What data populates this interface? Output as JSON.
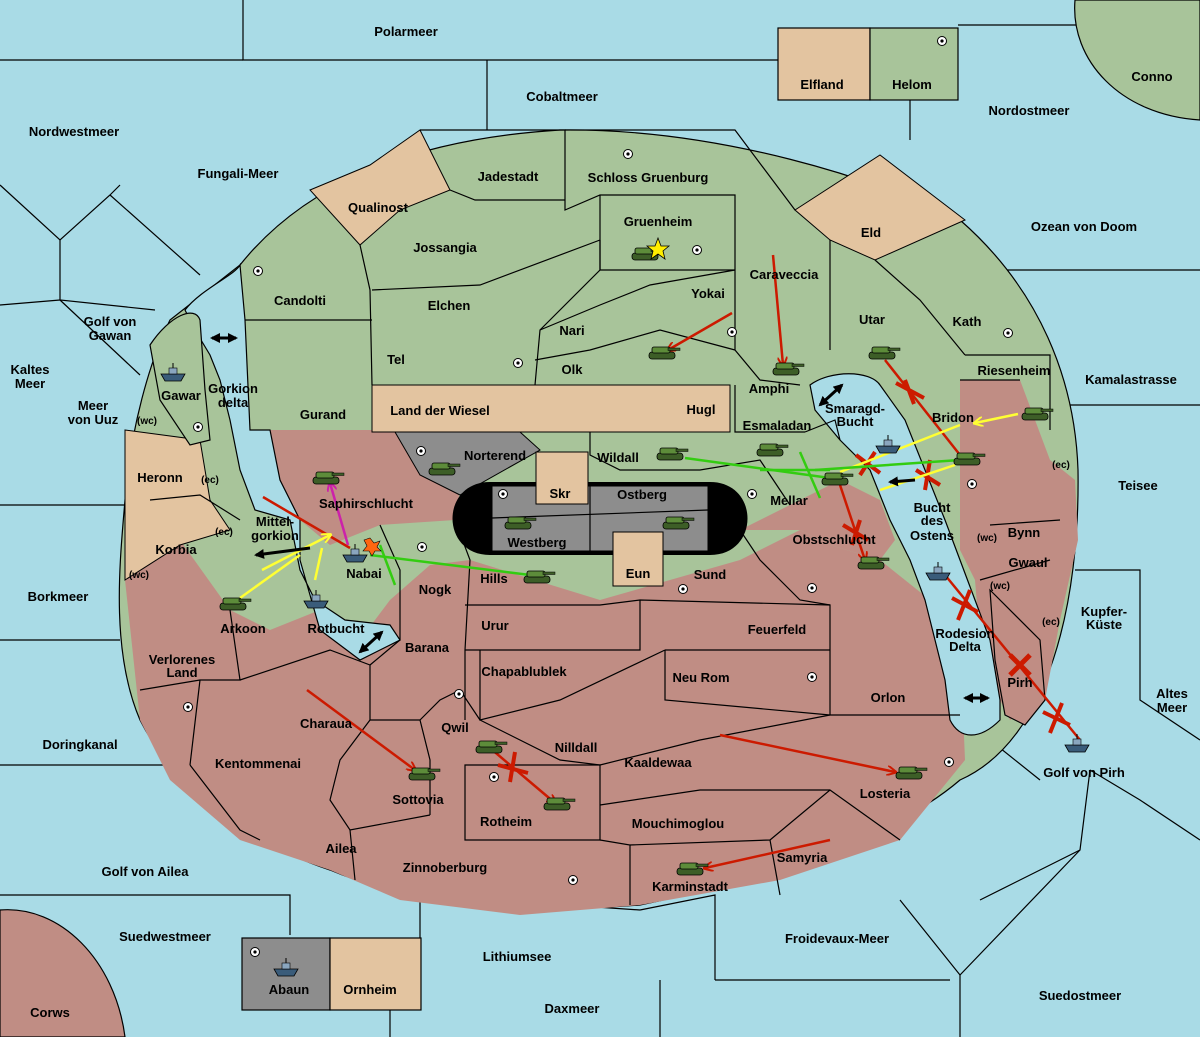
{
  "colors": {
    "water": "#a9dbe6",
    "green": "#a8c49a",
    "red": "#c08d84",
    "tan": "#e3c4a0",
    "gray": "#8d8d8d",
    "black": "#000000",
    "order_red": "#cc1a00",
    "order_yellow": "#ffff33",
    "order_green": "#33cc11",
    "order_magenta": "#cc22aa",
    "unit_body": "#5d8c3a",
    "fleet_body": "#3a5c7a",
    "star": "#ffee00"
  },
  "sea_labels": [
    {
      "text": "Polarmeer",
      "bind": "Polarmeer"
    },
    {
      "text": "Cobaltmeer"
    },
    {
      "text": "Nordwestmeer"
    },
    {
      "text": "Fungali-Meer"
    },
    {
      "text": "Nordostmeer"
    },
    {
      "text": "Conno"
    },
    {
      "text": "Ozean von Doom"
    },
    {
      "text": "Golf von"
    },
    {
      "text": "Gawan"
    },
    {
      "text": "Kaltes"
    },
    {
      "text": "Meer"
    },
    {
      "text": "Meer"
    },
    {
      "text": "von Uuz"
    },
    {
      "text": "Kamalastrasse"
    },
    {
      "text": "Teisee"
    },
    {
      "text": "Borkmeer"
    },
    {
      "text": "Kupfer-"
    },
    {
      "text": "Küste"
    },
    {
      "text": "Altes"
    },
    {
      "text": "Meer"
    },
    {
      "text": "Doringkanal"
    },
    {
      "text": "Golf von Pirh"
    },
    {
      "text": "Golf von Ailea"
    },
    {
      "text": "Suedwestmeer"
    },
    {
      "text": "Froidevaux-Meer"
    },
    {
      "text": "Lithiumsee"
    },
    {
      "text": "Suedostmeer"
    },
    {
      "text": "Daxmeer"
    },
    {
      "text": "Corws"
    },
    {
      "text": "Gorkion"
    },
    {
      "text": "delta"
    },
    {
      "text": "Smaragd-"
    },
    {
      "text": "Bucht"
    },
    {
      "text": "Bucht"
    },
    {
      "text": "des"
    },
    {
      "text": "Ostens"
    },
    {
      "text": "Rotbucht"
    },
    {
      "text": "Rodesion"
    },
    {
      "text": "Delta"
    },
    {
      "text": "Mittel-"
    },
    {
      "text": "gorkion"
    }
  ],
  "land_labels": [
    "Elfland",
    "Helom",
    "Jadestadt",
    "Schloss Gruenburg",
    "Qualinost",
    "Jossangia",
    "Gruenheim",
    "Eld",
    "Candolti",
    "Elchen",
    "Caraveccia",
    "Yokai",
    "Utar",
    "Kath",
    "Nari",
    "Tel",
    "Olk",
    "Amphi",
    "Riesenheim",
    "Gawar",
    "Gurand",
    "Land der Wiesel",
    "Hugl",
    "Esmaladan",
    "Bridon",
    "Norterend",
    "Wildall",
    "Heronn",
    "Saphirschlucht",
    "Skr",
    "Ostberg",
    "Mellar",
    "Korbia",
    "Westberg",
    "Obstschlucht",
    "Bynn",
    "Nabai",
    "Hills",
    "Eun",
    "Sund",
    "Gwaul",
    "Nogk",
    "Arkoon",
    "Urur",
    "Feuerfeld",
    "Barana",
    "Verlorenes",
    "Land",
    "Chapablublek",
    "Neu Rom",
    "Orlon",
    "Pirh",
    "Charaua",
    "Qwil",
    "Nilldall",
    "Kaaldewaa",
    "Kentommenai",
    "Sottovia",
    "Losteria",
    "Rotheim",
    "Mouchimoglou",
    "Ailea",
    "Samyria",
    "Zinnoberburg",
    "Karminstadt",
    "Abaun",
    "Ornheim"
  ],
  "coast_tags": [
    "(wc)",
    "(ec)",
    "(ec)",
    "(wc)",
    "(ec)",
    "(wc)",
    "(wc)",
    "(ec)"
  ],
  "legend": {
    "title": ""
  }
}
